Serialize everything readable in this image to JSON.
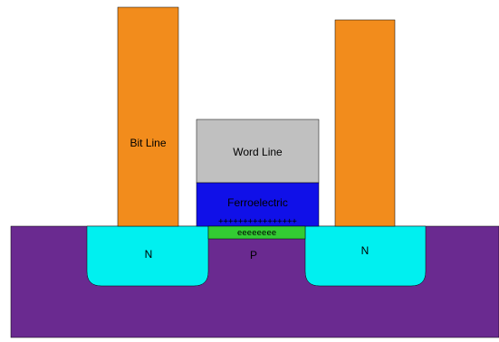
{
  "labels": {
    "bit_line": "Bit Line",
    "word_line": "Word Line",
    "ferroelectric": "Ferroelectric",
    "source_doping": "N",
    "drain_doping": "N",
    "substrate_doping": "P"
  },
  "charges": {
    "ferroelectric_bottom": "++++++++++++++++",
    "channel": "eeeeeeee"
  },
  "colors": {
    "substrate": "#6a2a90",
    "n_region": "#00f0f0",
    "bit_line": "#f28c1c",
    "word_line": "#c0c0c0",
    "ferroelectric": "#1010e8",
    "channel": "#33cc33"
  }
}
